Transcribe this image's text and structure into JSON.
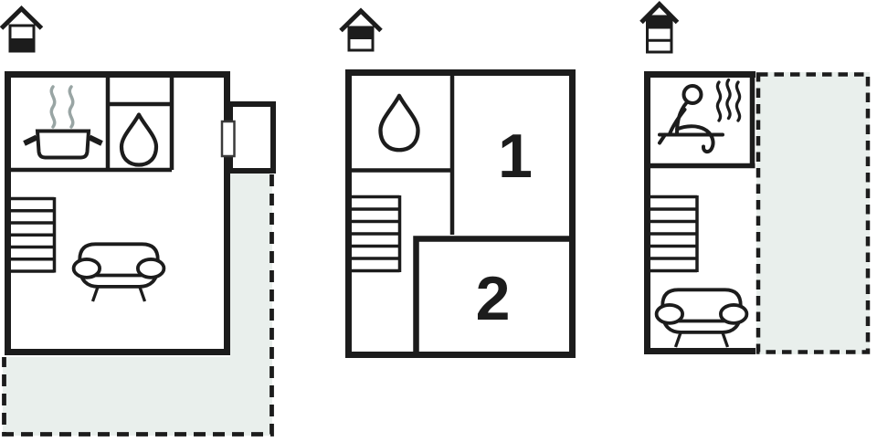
{
  "figure": {
    "type": "floor-plan",
    "floor_count": 3
  },
  "colors": {
    "wall": "#1c1c1c",
    "water_drop_fill": "#b0ebf2",
    "terrace_fill": "#e9efec",
    "steam_gray": "#99a5a4",
    "room_label": "#1c1c1c",
    "background": "#ffffff"
  },
  "floors": [
    {
      "id": "floor-a",
      "level_icon": {
        "bands": 2,
        "filled_band": "bottom"
      },
      "features": [
        "hotpot-steam-icon",
        "water-drop-icon",
        "stairs-icon",
        "sofa-icon",
        "door",
        "porch"
      ],
      "outdoor_area": {
        "style": "dashed-outline",
        "shape": "L-shaped",
        "fill": "light-gray"
      }
    },
    {
      "id": "floor-b",
      "level_icon": {
        "bands": 2,
        "filled_band": "top"
      },
      "room_labels": {
        "room1": "1",
        "room2": "2"
      },
      "features": [
        "water-drop-icon",
        "stairs-icon"
      ]
    },
    {
      "id": "floor-c",
      "level_icon": {
        "bands": 3,
        "filled_band": "top"
      },
      "features": [
        "sauna-person-icon",
        "steam-icon",
        "stairs-icon",
        "sofa-icon"
      ],
      "outdoor_area": {
        "style": "dashed-outline",
        "shape": "rectangle",
        "fill": "light-gray"
      }
    }
  ]
}
